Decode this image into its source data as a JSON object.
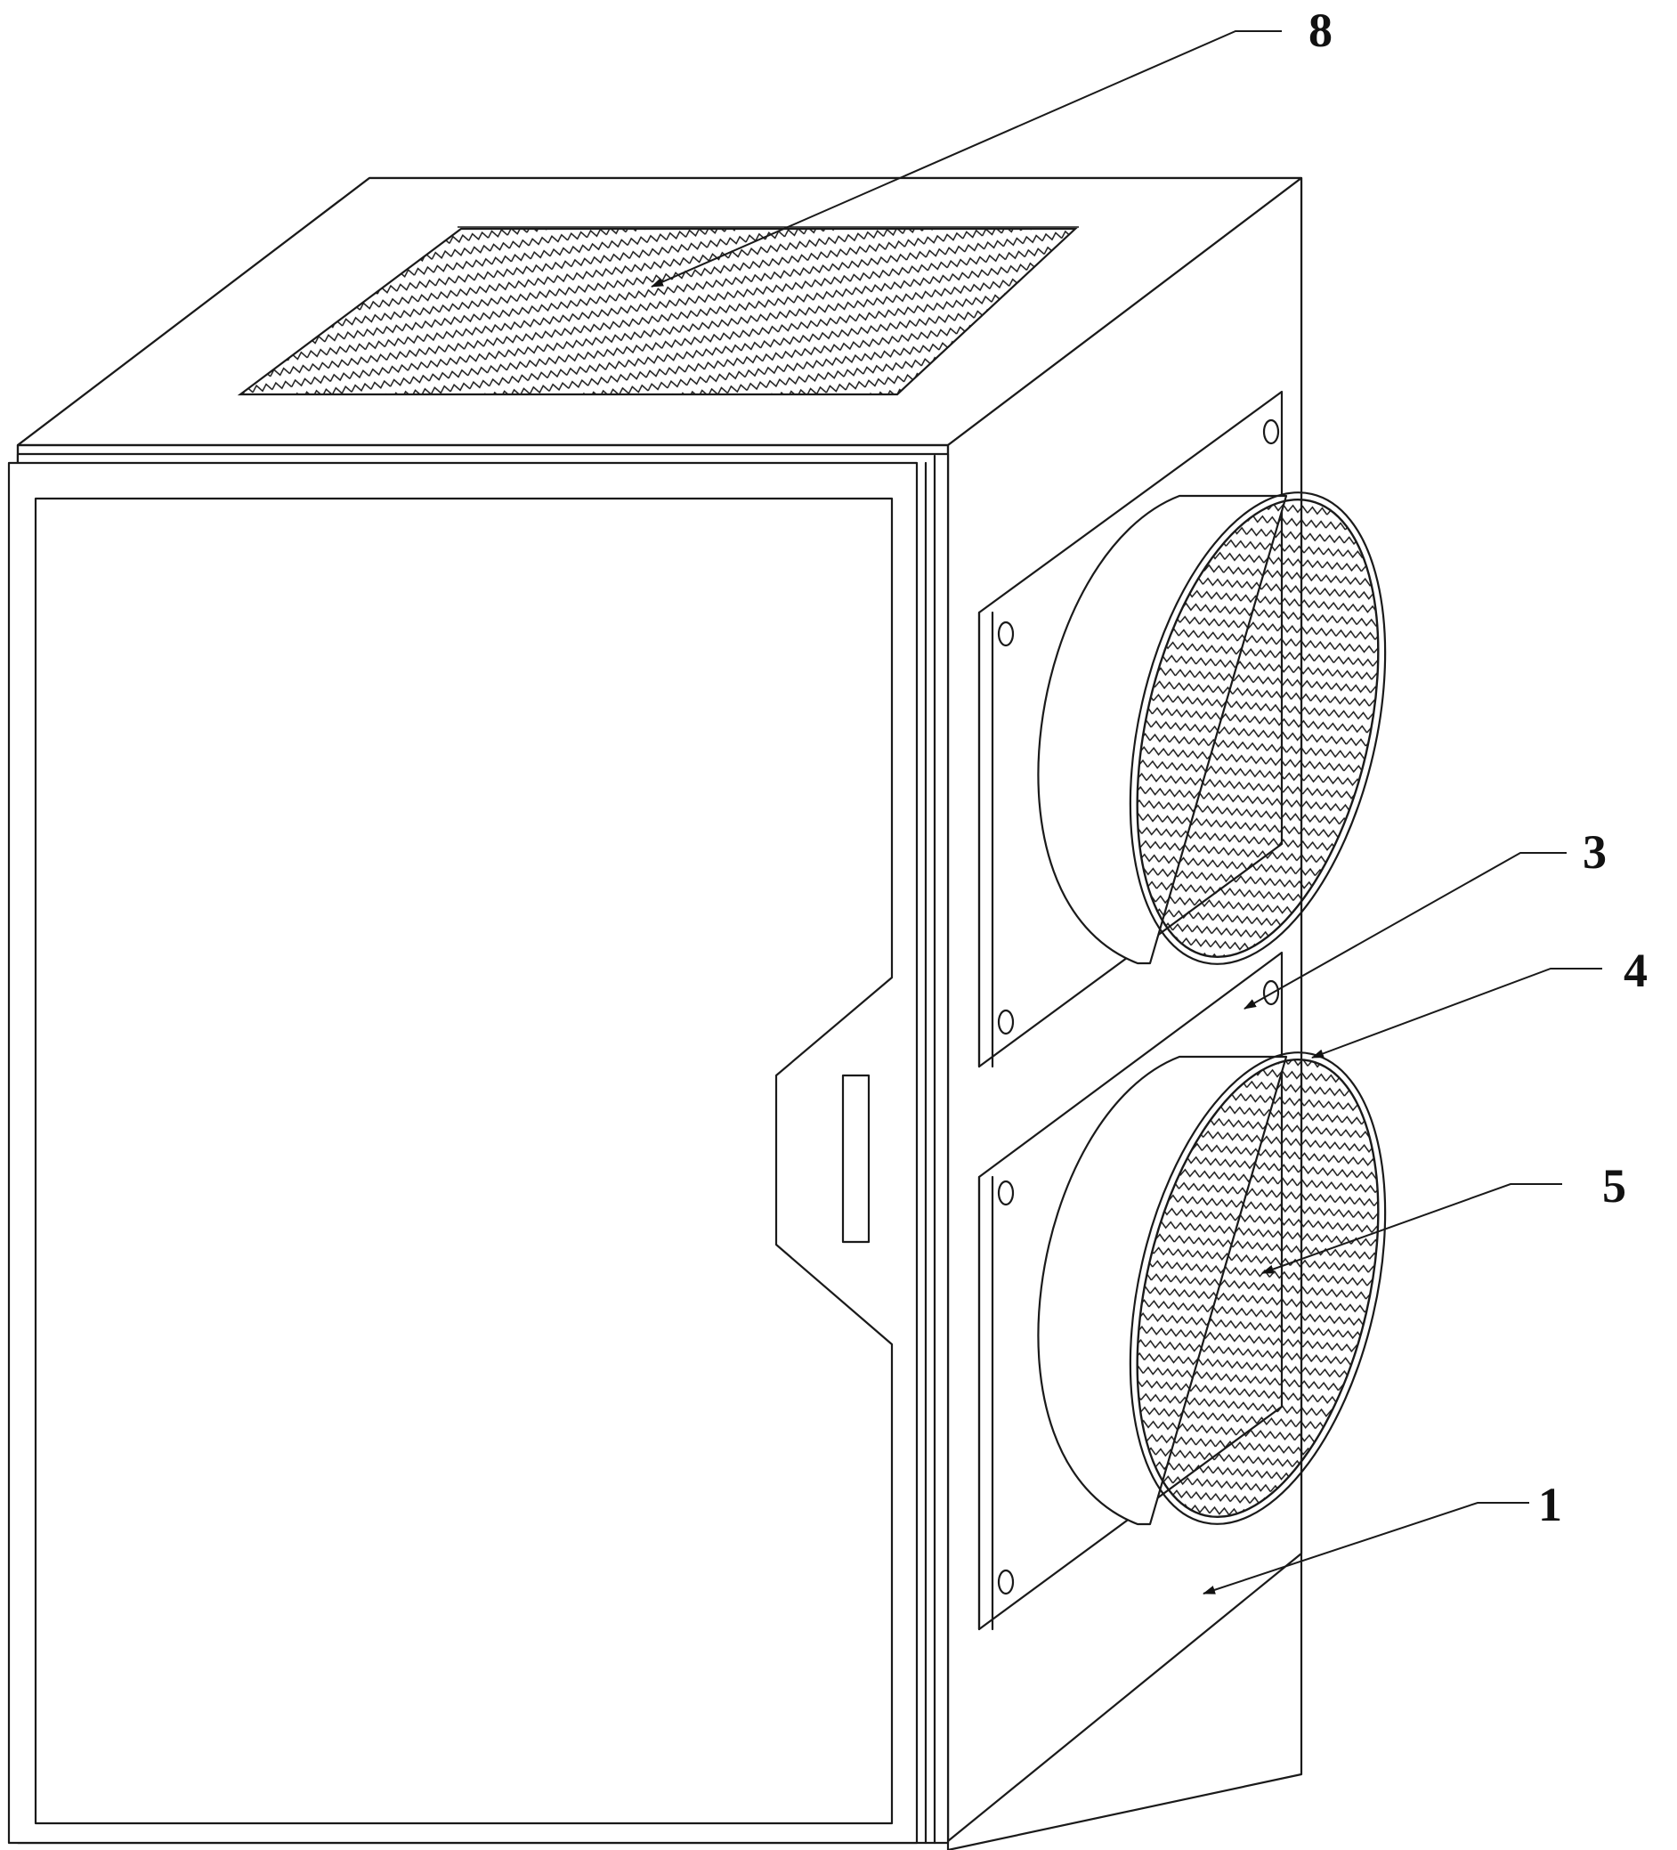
{
  "callouts": {
    "label_8": "8",
    "label_3": "3",
    "label_4": "4",
    "label_5": "5",
    "label_1": "1"
  },
  "style": {
    "line_color": "#1a1a1a",
    "background": "#ffffff",
    "mesh_pattern": "zigzag-hatch"
  }
}
